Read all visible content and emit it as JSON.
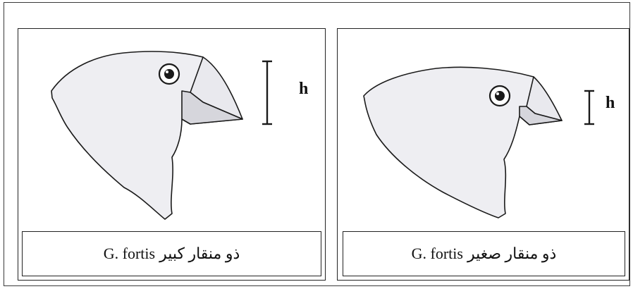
{
  "panels": [
    {
      "species": "G. fortis",
      "caption_ar": "ذو منقار كبير",
      "measure_label": "h",
      "beak": "large"
    },
    {
      "species": "G. fortis",
      "caption_ar": "ذو منقار صغير",
      "measure_label": "h",
      "beak": "small"
    }
  ],
  "colors": {
    "head_fill": "#eeeef2",
    "beak_fill": "#d9d9de",
    "stroke": "#1a1a1a"
  }
}
